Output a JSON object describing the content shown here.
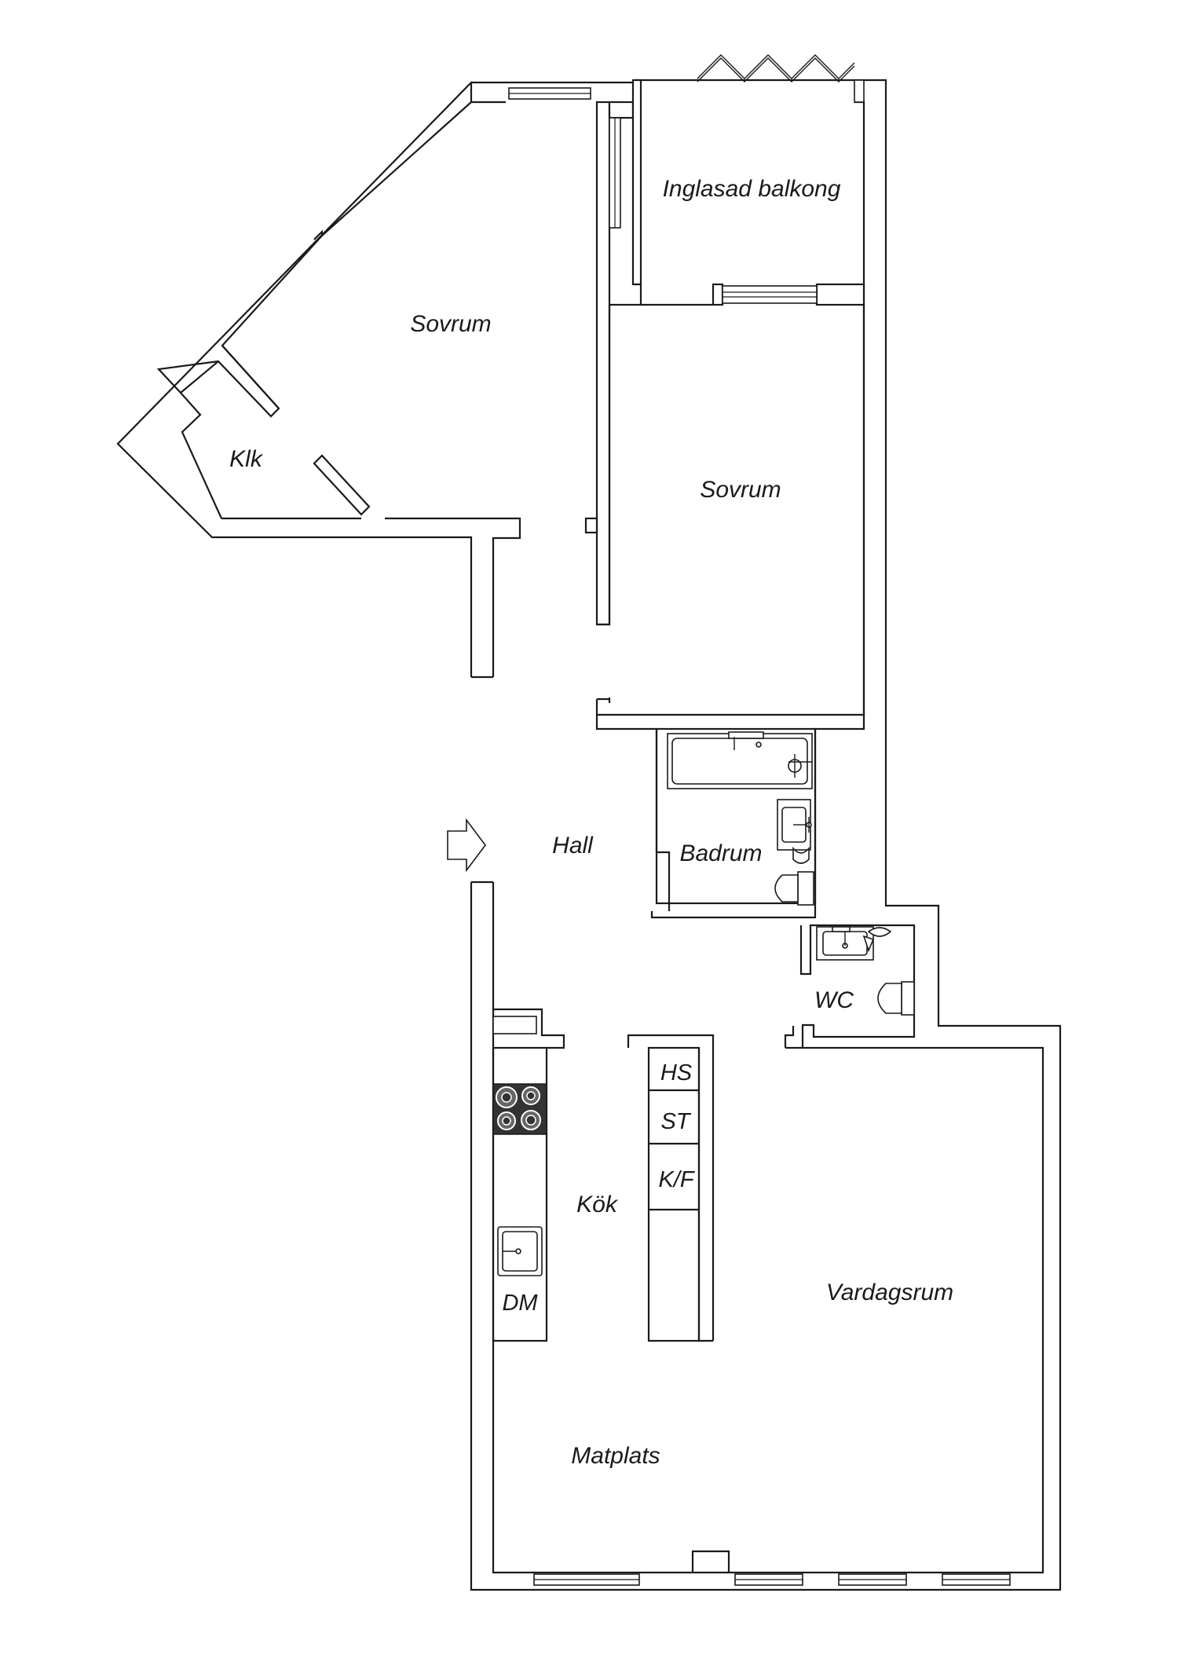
{
  "rooms": {
    "inglasad_balkong": "Inglasad balkong",
    "sovrum_1": "Sovrum",
    "sovrum_2": "Sovrum",
    "klk": "Klk",
    "hall": "Hall",
    "badrum": "Badrum",
    "wc": "WC",
    "kok": "Kök",
    "vardagsrum": "Vardagsrum",
    "matplats": "Matplats"
  },
  "appliances": {
    "hs": "HS",
    "st": "ST",
    "kf": "K/F",
    "dm": "DM"
  },
  "icons": {
    "entrance": "entrance-arrow-icon",
    "stove": "stove-icon",
    "sink": "kitchen-sink-icon",
    "bathtub": "bathtub-icon",
    "toilet": "toilet-icon",
    "washbasin": "washbasin-icon"
  },
  "colors": {
    "line": "#1a1a1a",
    "background": "#ffffff",
    "stove": "#333333"
  }
}
